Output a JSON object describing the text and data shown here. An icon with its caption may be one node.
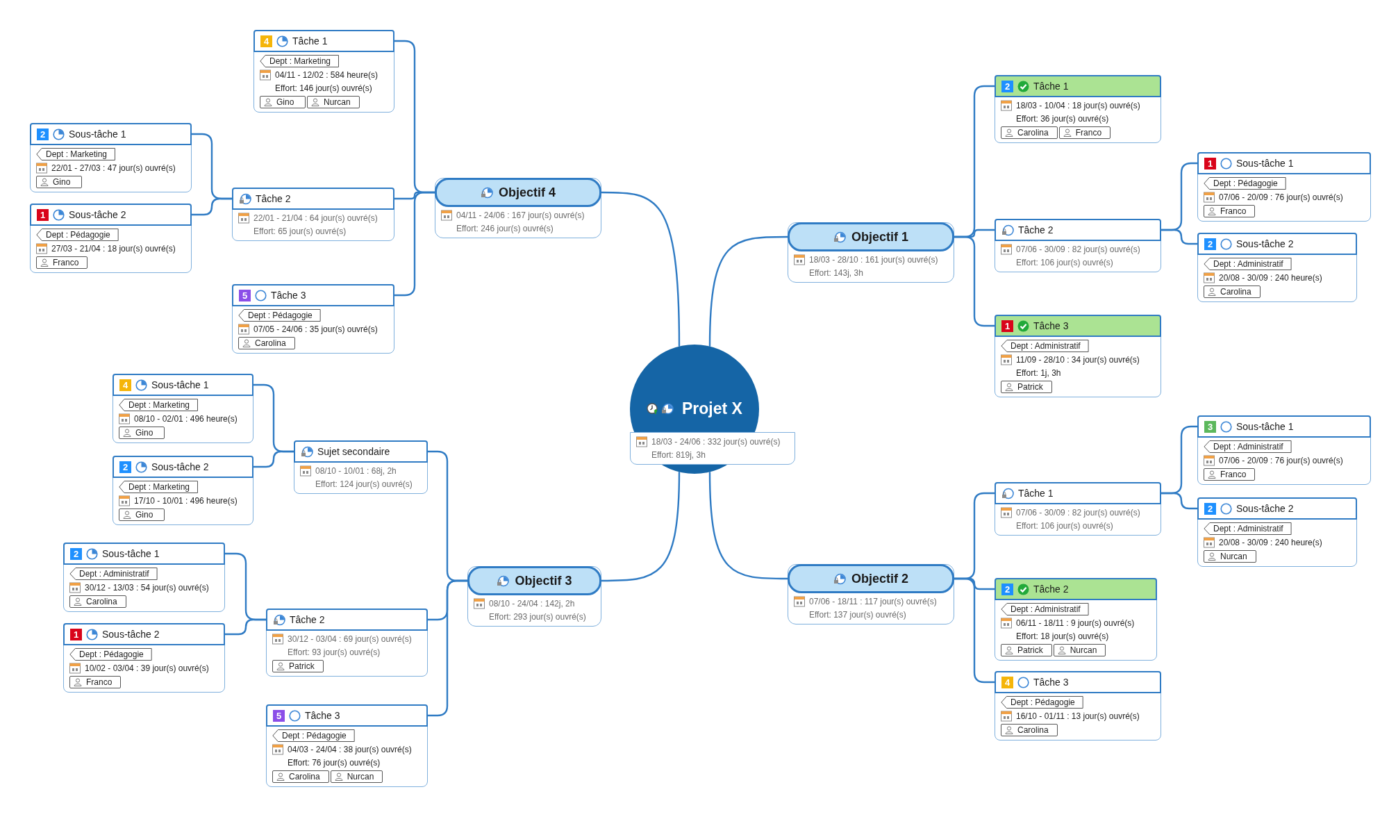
{
  "diagram": {
    "nodes": [
      {
        "text": [
          "Projet X",
          "18/03 - 24/06 : 332 jour(s) ouvré(s)",
          "Effort: 819j, 3h"
        ]
      },
      {
        "text": [
          "Objectif 1",
          "18/03 - 28/10 : 161 jour(s) ouvré(s)",
          "Effort: 143j, 3h"
        ]
      },
      {
        "text": [
          "2",
          "Tâche 1",
          "18/03 - 10/04 : 18 jour(s) ouvré(s)",
          "Effort: 36 jour(s) ouvré(s)",
          "Carolina",
          "Franco"
        ]
      },
      {
        "text": [
          "Tâche 2",
          "07/06 - 30/09 : 82 jour(s) ouvré(s)",
          "Effort: 106 jour(s) ouvré(s)"
        ]
      },
      {
        "text": [
          "1",
          "Sous-tâche 1",
          "Dept : Pédagogie",
          "07/06 - 20/09 : 76 jour(s) ouvré(s)",
          "Franco"
        ]
      },
      {
        "text": [
          "2",
          "Sous-tâche 2",
          "Dept : Administratif",
          "20/08 - 30/09 : 240 heure(s)",
          "Carolina"
        ]
      },
      {
        "text": [
          "1",
          "Tâche 3",
          "Dept : Administratif",
          "11/09 - 28/10 : 34 jour(s) ouvré(s)",
          "Effort: 1j, 3h",
          "Patrick"
        ]
      },
      {
        "text": [
          "Objectif 2",
          "07/06 - 18/11 : 117 jour(s) ouvré(s)",
          "Effort: 137 jour(s) ouvré(s)"
        ]
      },
      {
        "text": [
          "Tâche 1",
          "07/06 - 30/09 : 82 jour(s) ouvré(s)",
          "Effort: 106 jour(s) ouvré(s)"
        ]
      },
      {
        "text": [
          "3",
          "Sous-tâche 1",
          "Dept : Administratif",
          "07/06 - 20/09 : 76 jour(s) ouvré(s)",
          "Franco"
        ]
      },
      {
        "text": [
          "2",
          "Sous-tâche 2",
          "Dept : Administratif",
          "20/08 - 30/09 : 240 heure(s)",
          "Nurcan"
        ]
      },
      {
        "text": [
          "2",
          "Tâche 2",
          "Dept : Administratif",
          "06/11 - 18/11 : 9 jour(s) ouvré(s)",
          "Effort: 18 jour(s) ouvré(s)",
          "Patrick",
          "Nurcan"
        ]
      },
      {
        "text": [
          "4",
          "Tâche 3",
          "Dept : Pédagogie",
          "16/10 - 01/11 : 13 jour(s) ouvré(s)",
          "Carolina"
        ]
      },
      {
        "text": [
          "Objectif 3",
          "08/10 - 24/04 : 142j, 2h",
          "Effort: 293 jour(s) ouvré(s)"
        ]
      },
      {
        "text": [
          "Sujet secondaire",
          "08/10 - 10/01 : 68j, 2h",
          "Effort: 124 jour(s) ouvré(s)"
        ]
      },
      {
        "text": [
          "4",
          "Sous-tâche 1",
          "Dept : Marketing",
          "08/10 - 02/01 : 496 heure(s)",
          "Gino"
        ]
      },
      {
        "text": [
          "2",
          "Sous-tâche 2",
          "Dept : Marketing",
          "17/10 - 10/01 : 496 heure(s)",
          "Gino"
        ]
      },
      {
        "text": [
          "Tâche 2",
          "30/12 - 03/04 : 69 jour(s) ouvré(s)",
          "Effort: 93 jour(s) ouvré(s)",
          "Patrick"
        ]
      },
      {
        "text": [
          "2",
          "Sous-tâche 1",
          "Dept : Administratif",
          "30/12 - 13/03 : 54 jour(s) ouvré(s)",
          "Carolina"
        ]
      },
      {
        "text": [
          "1",
          "Sous-tâche 2",
          "Dept : Pédagogie",
          "10/02 - 03/04 : 39 jour(s) ouvré(s)",
          "Franco"
        ]
      },
      {
        "text": [
          "5",
          "Tâche 3",
          "Dept : Pédagogie",
          "04/03 - 24/04 : 38 jour(s) ouvré(s)",
          "Effort: 76 jour(s) ouvré(s)",
          "Carolina",
          "Nurcan"
        ]
      },
      {
        "text": [
          "Objectif 4",
          "04/11 - 24/06 : 167 jour(s) ouvré(s)",
          "Effort: 246 jour(s) ouvré(s)"
        ]
      },
      {
        "text": [
          "4",
          "Tâche 1",
          "Dept : Marketing",
          "04/11 - 12/02 : 584 heure(s)",
          "Effort: 146 jour(s) ouvré(s)",
          "Gino",
          "Nurcan"
        ]
      },
      {
        "text": [
          "Tâche 2",
          "22/01 - 21/04 : 64 jour(s) ouvré(s)",
          "Effort: 65 jour(s) ouvré(s)"
        ]
      },
      {
        "text": [
          "2",
          "Sous-tâche 1",
          "Dept : Marketing",
          "22/01 - 27/03 : 47 jour(s) ouvré(s)",
          "Gino"
        ]
      },
      {
        "text": [
          "1",
          "Sous-tâche 2",
          "Dept : Pédagogie",
          "27/03 - 21/04 : 18 jour(s) ouvré(s)",
          "Franco"
        ]
      },
      {
        "text": [
          "5",
          "Tâche 3",
          "Dept : Pédagogie",
          "07/05 - 24/06 : 35 jour(s) ouvré(s)",
          "Carolina"
        ]
      }
    ],
    "edges": [
      {
        "from": 0,
        "to": 1,
        "arrow": "none"
      },
      {
        "from": 1,
        "to": 2,
        "arrow": "none"
      },
      {
        "from": 1,
        "to": 3,
        "arrow": "none"
      },
      {
        "from": 3,
        "to": 4,
        "arrow": "none"
      },
      {
        "from": 3,
        "to": 5,
        "arrow": "none"
      },
      {
        "from": 1,
        "to": 6,
        "arrow": "none"
      },
      {
        "from": 0,
        "to": 7,
        "arrow": "none"
      },
      {
        "from": 7,
        "to": 8,
        "arrow": "none"
      },
      {
        "from": 8,
        "to": 9,
        "arrow": "none"
      },
      {
        "from": 8,
        "to": 10,
        "arrow": "none"
      },
      {
        "from": 7,
        "to": 11,
        "arrow": "none"
      },
      {
        "from": 7,
        "to": 12,
        "arrow": "none"
      },
      {
        "from": 0,
        "to": 13,
        "arrow": "none"
      },
      {
        "from": 13,
        "to": 14,
        "arrow": "none"
      },
      {
        "from": 14,
        "to": 15,
        "arrow": "none"
      },
      {
        "from": 14,
        "to": 16,
        "arrow": "none"
      },
      {
        "from": 13,
        "to": 17,
        "arrow": "none"
      },
      {
        "from": 17,
        "to": 18,
        "arrow": "none"
      },
      {
        "from": 17,
        "to": 19,
        "arrow": "none"
      },
      {
        "from": 13,
        "to": 20,
        "arrow": "none"
      },
      {
        "from": 0,
        "to": 21,
        "arrow": "none"
      },
      {
        "from": 21,
        "to": 22,
        "arrow": "none"
      },
      {
        "from": 21,
        "to": 23,
        "arrow": "none"
      },
      {
        "from": 23,
        "to": 24,
        "arrow": "none"
      },
      {
        "from": 23,
        "to": 25,
        "arrow": "none"
      },
      {
        "from": 21,
        "to": 26,
        "arrow": "none"
      }
    ]
  }
}
